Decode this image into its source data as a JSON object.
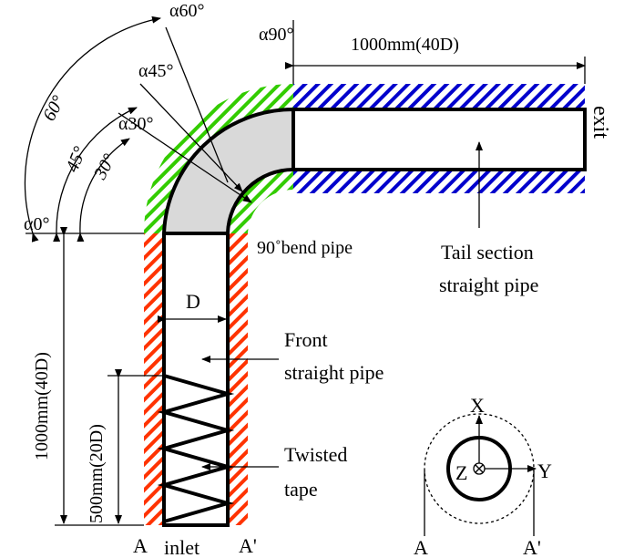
{
  "angles": {
    "a0": "α0°",
    "a30": "α30°",
    "a45": "α45°",
    "a60": "α60°",
    "a90": "α90°",
    "d30": "30°",
    "d45": "45°",
    "d60": "60°"
  },
  "dimensions": {
    "tail_length": "1000mm(40D)",
    "front_length": "1000mm(40D)",
    "tape_length": "500mm(20D)",
    "diameter": "D"
  },
  "labels": {
    "exit": "exit",
    "bend": "90˚bend pipe",
    "tail_line1": "Tail section",
    "tail_line2": "straight pipe",
    "front_line1": "Front",
    "front_line2": "straight pipe",
    "tape_line1": "Twisted",
    "tape_line2": "tape",
    "inlet": "inlet",
    "A_left": "A",
    "A_prime_left": "A'",
    "A_right": "A",
    "A_prime_right": "A'"
  },
  "cross_section": {
    "x_axis": "X",
    "y_axis": "Y",
    "z_axis": "Z"
  },
  "colors": {
    "front_pipe_hatch": "#ff3300",
    "bend_hatch": "#33cc00",
    "tail_hatch": "#0000cc",
    "bend_fill": "#d9d9d9"
  }
}
